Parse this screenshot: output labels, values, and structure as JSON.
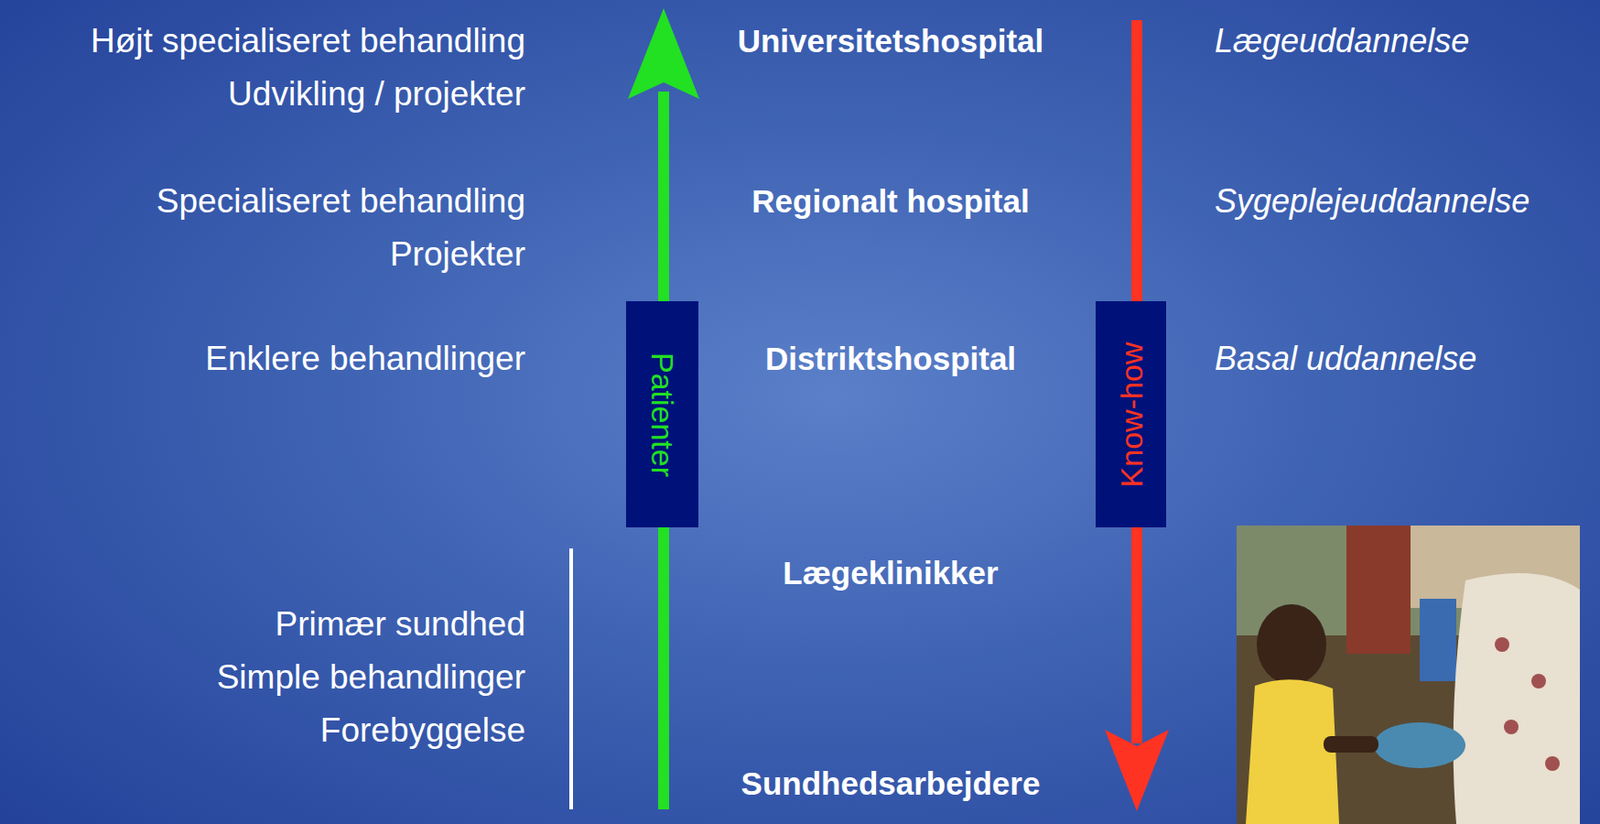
{
  "diagram": {
    "nodes": [
      {
        "text": [
          "Patienter"
        ]
      },
      {
        "text": [
          "Know-how"
        ]
      }
    ],
    "labels": [
      "Højt specialiseret behandling",
      "Universitetshospital",
      "Lægeuddannelse",
      "Udvikling / projekter",
      "Specialiseret behandling",
      "Regionalt hospital",
      "Sygeplejeuddannelse",
      "Projekter",
      "Enklere behandlinger",
      "Distriktshospital",
      "Basal uddannelse",
      "Lægeklinikker",
      "Primær sundhed",
      "Simple behandlinger",
      "Forebyggelse",
      "Sundhedsarbejdere"
    ]
  }
}
